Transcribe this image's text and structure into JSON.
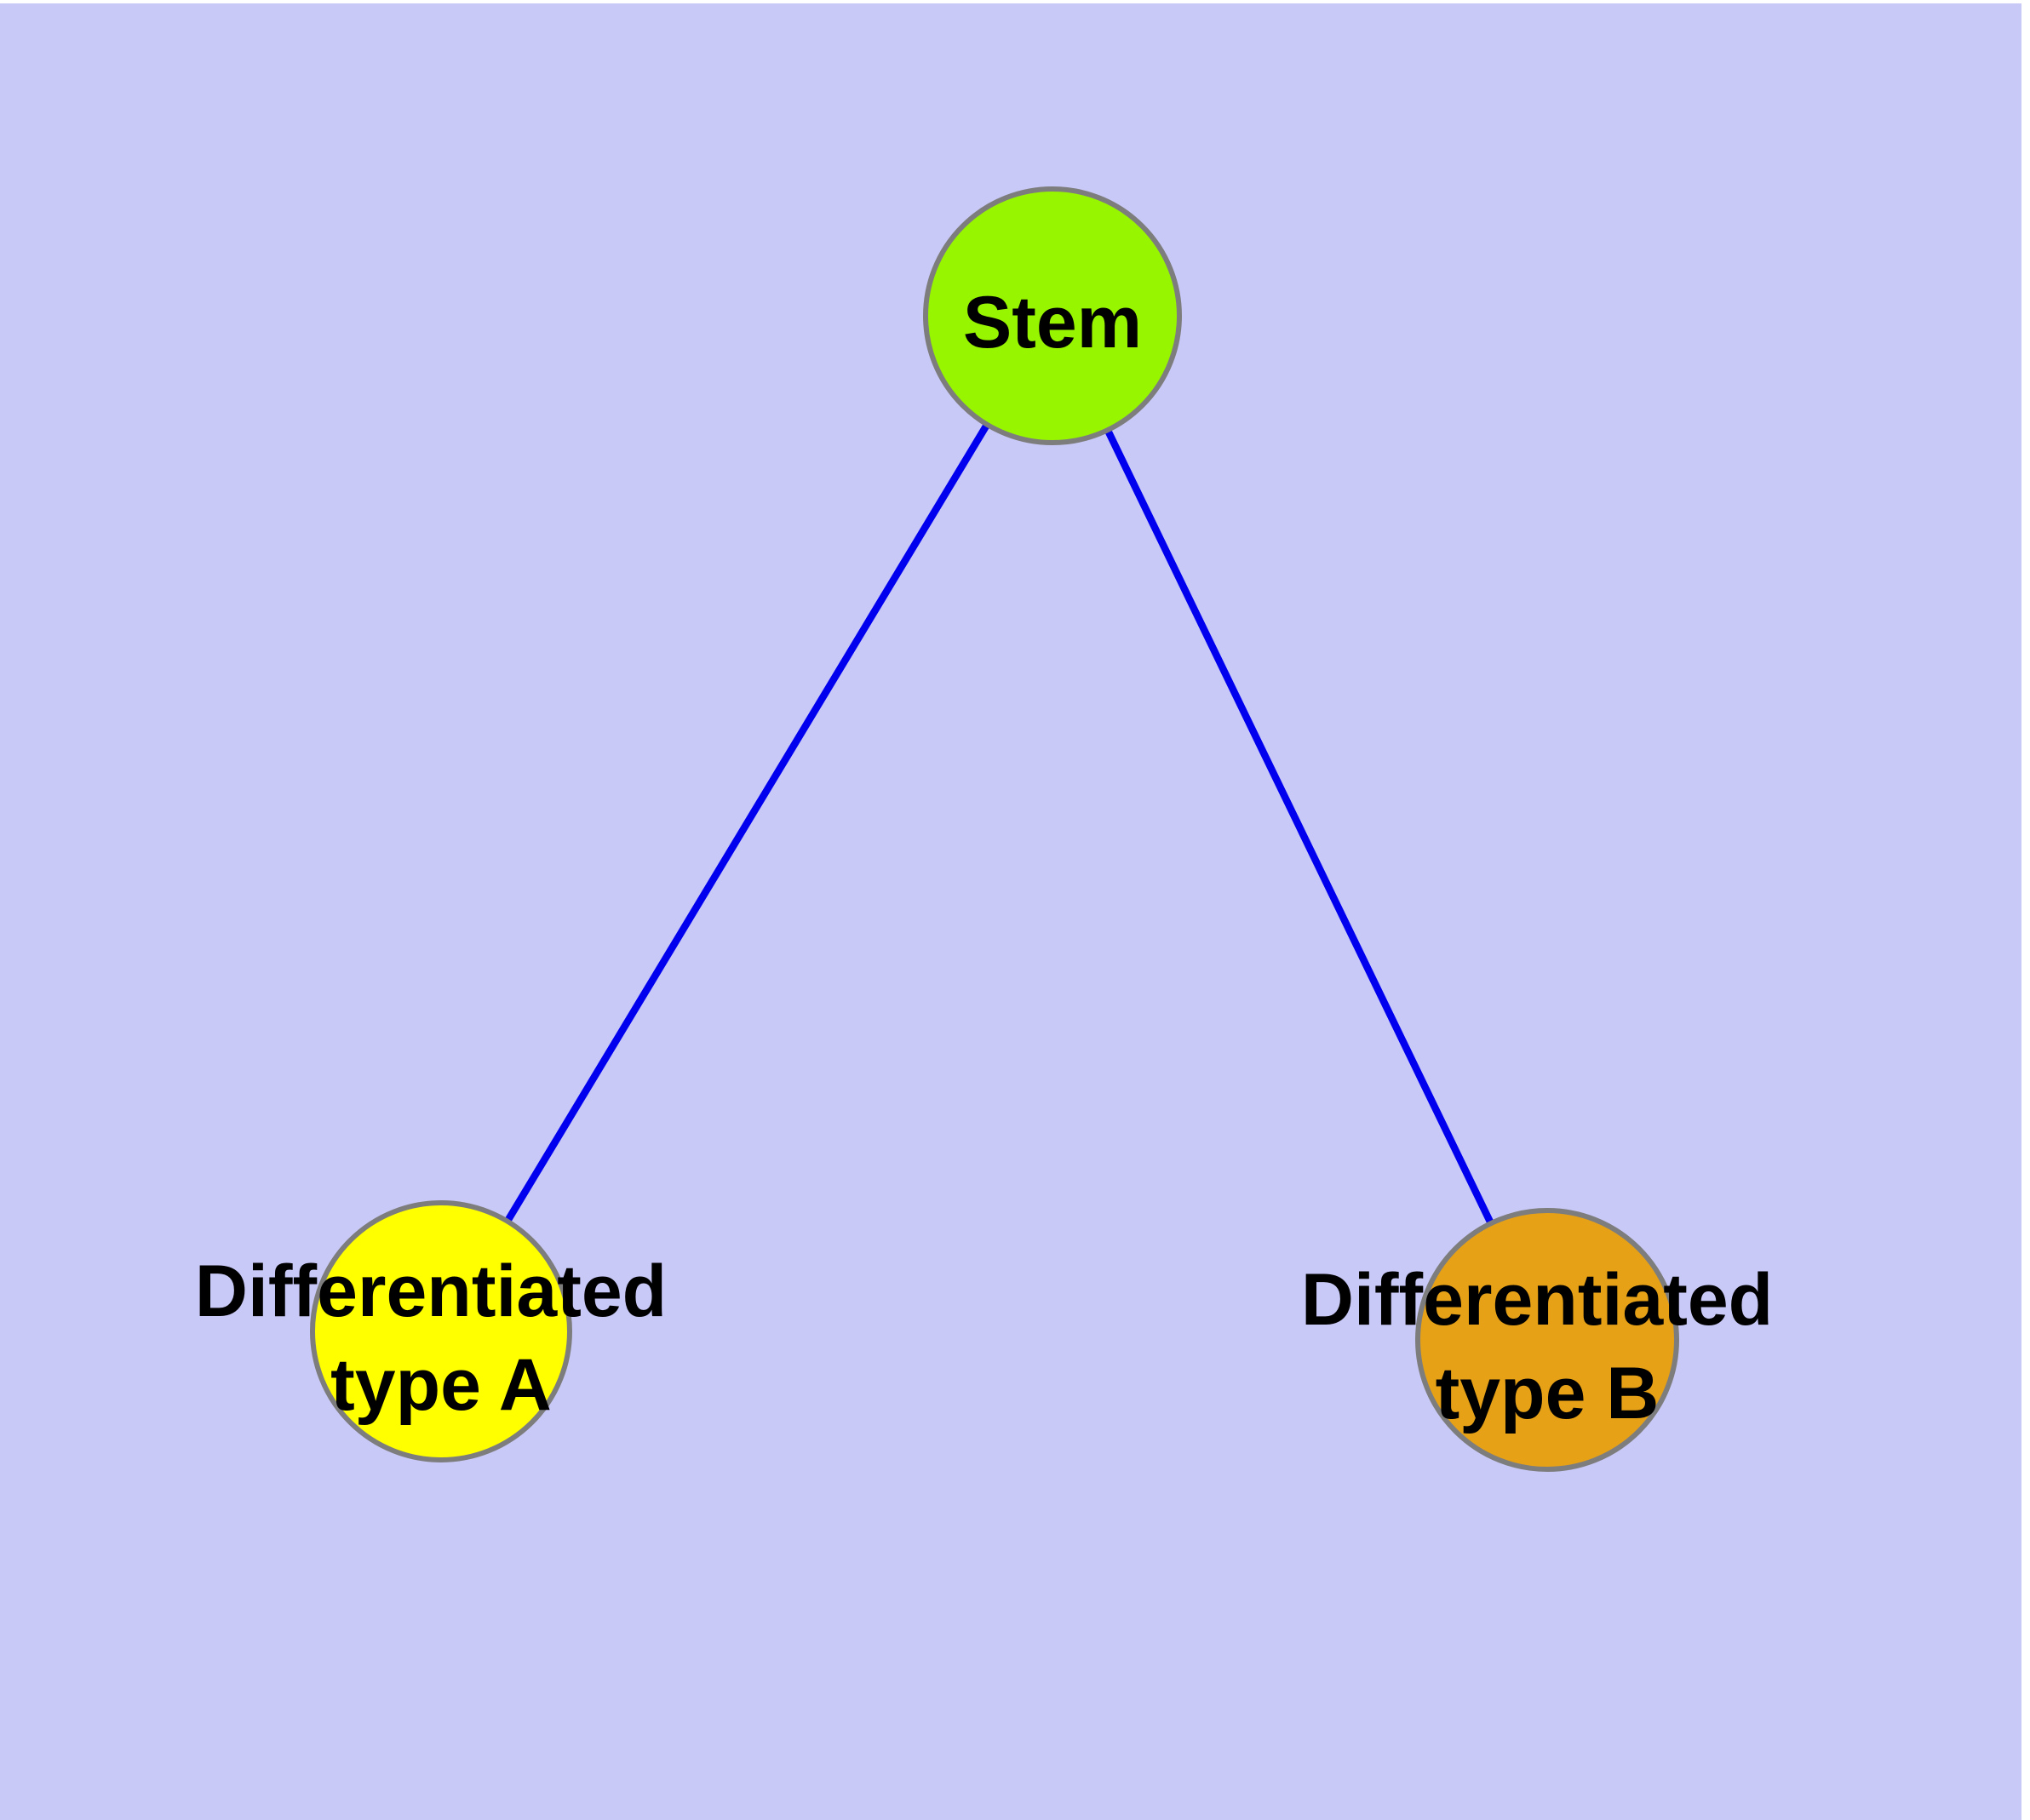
{
  "figure": {
    "background_page": "#FFFFFF",
    "background_plot": "#C9C9F8"
  },
  "style": {
    "edge_color": "#0000EE",
    "node_border_color": "#7D7D7D",
    "label_color": "#000000"
  },
  "graph": {
    "nodes": [
      {
        "id": "stem",
        "label": "Stem",
        "fill": "#97F500"
      },
      {
        "id": "differentiated-type-a",
        "label_line1": "Differentiated",
        "label_line2": "type A",
        "fill": "#FFFF00"
      },
      {
        "id": "differentiated-type-b",
        "label_line1": "Differentiated",
        "label_line2": "type B",
        "fill": "#E6A117"
      }
    ],
    "edges": [
      {
        "from": "Stem",
        "to": "Differentiated type A"
      },
      {
        "from": "Stem",
        "to": "Differentiated type B"
      }
    ]
  }
}
